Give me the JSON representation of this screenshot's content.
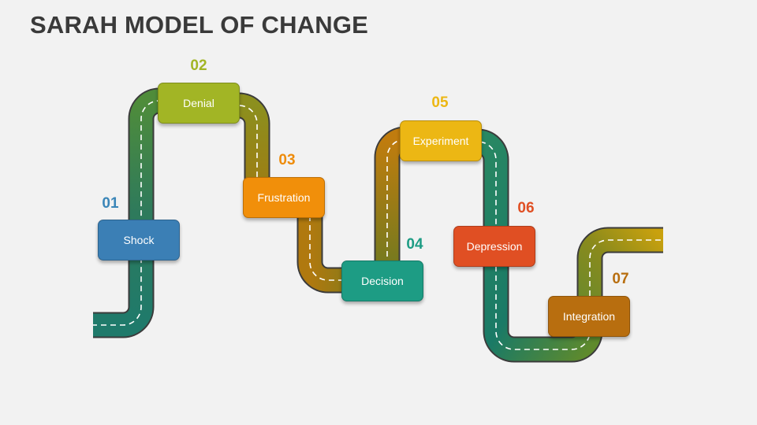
{
  "title": "SARAH MODEL OF CHANGE",
  "stages": [
    {
      "num": "01",
      "label": "Shock",
      "color": "#3b7fb5",
      "num_color": "#3b86b8"
    },
    {
      "num": "02",
      "label": "Denial",
      "color": "#a2b525",
      "num_color": "#a2b525"
    },
    {
      "num": "03",
      "label": "Frustration",
      "color": "#f18f0a",
      "num_color": "#ee8c0b"
    },
    {
      "num": "04",
      "label": "Decision",
      "color": "#1d9c84",
      "num_color": "#1d9c84"
    },
    {
      "num": "05",
      "label": "Experiment",
      "color": "#ecb714",
      "num_color": "#ecb714"
    },
    {
      "num": "06",
      "label": "Depression",
      "color": "#e04f23",
      "num_color": "#e04f23"
    },
    {
      "num": "07",
      "label": "Integration",
      "color": "#b86e0f",
      "num_color": "#b86e0f"
    }
  ]
}
